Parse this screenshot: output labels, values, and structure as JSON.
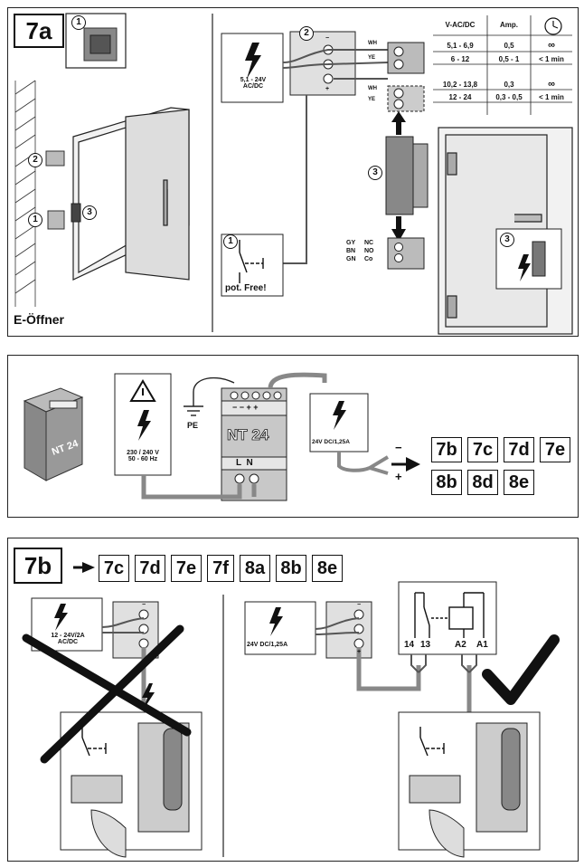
{
  "panel_7a": {
    "tag": "7a",
    "caption": "E-Öffner",
    "callouts": [
      "1",
      "2",
      "3"
    ],
    "power_label": "5,1 - 24V\nAC/DC",
    "contact_label": "pot. Free!",
    "wires_top": [
      "WH",
      "YE"
    ],
    "wires_mid": [
      "WH",
      "YE"
    ],
    "wires_bottom": [
      "GY",
      "BN",
      "GN"
    ],
    "contacts": [
      "NC",
      "NO",
      "Co"
    ],
    "terminal_signs": [
      "−",
      "+"
    ],
    "table": {
      "headers": [
        "V-AC/DC",
        "Amp."
      ],
      "rows": [
        [
          "5,1 - 6,9",
          "0,5",
          "∞"
        ],
        [
          "6 - 12",
          "0,5 - 1",
          "< 1 min"
        ],
        [
          "10,2 - 13,8",
          "0,3",
          "∞"
        ],
        [
          "12 - 24",
          "0,3 - 0,5",
          "< 1 min"
        ]
      ]
    }
  },
  "panel_nt24": {
    "pe_label": "PE",
    "mains_label": "230 / 240 V\n50 - 60 Hz",
    "unit_label": "NT 24",
    "unit_terminals_top": "− − + +",
    "unit_terminals_bottom": "L  N",
    "module_label": "NT 24",
    "output_label": "24V DC/1,25A",
    "polarity": [
      "−",
      "+"
    ],
    "refs": [
      "7b",
      "7c",
      "7d",
      "7e",
      "8b",
      "8d",
      "8e"
    ]
  },
  "panel_7b": {
    "tag": "7b",
    "refs": [
      "7c",
      "7d",
      "7e",
      "7f",
      "8a",
      "8b",
      "8e"
    ],
    "wrong_power_label": "12 - 24V/2A\nAC/DC",
    "right_power_label": "24V DC/1,25A",
    "relay_terminals": [
      "14",
      "13",
      "A2",
      "A1"
    ],
    "terminal_signs": [
      "−",
      "+"
    ]
  }
}
